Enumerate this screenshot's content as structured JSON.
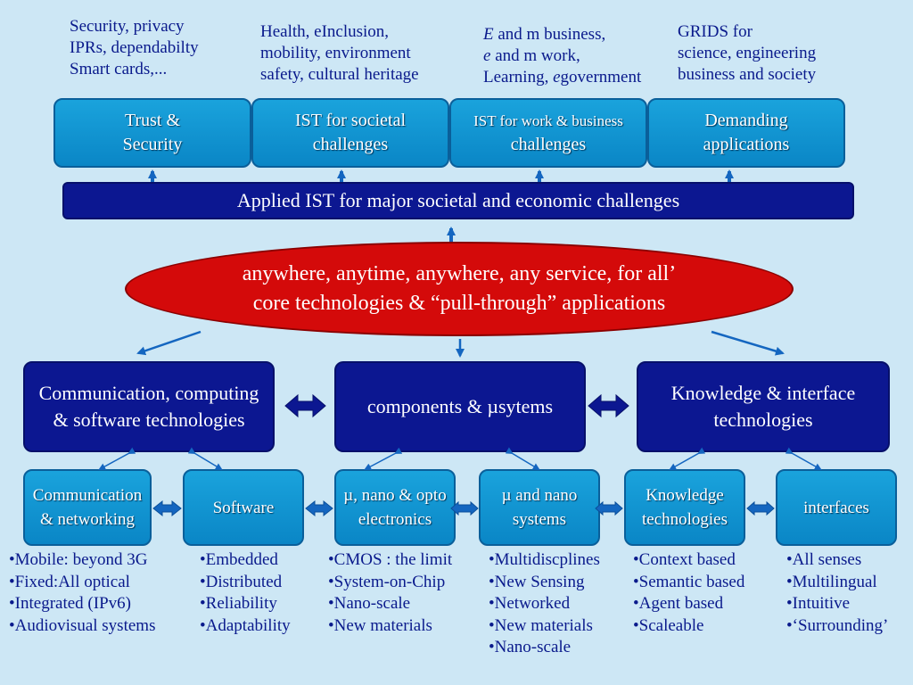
{
  "top_notes": {
    "trust": [
      "Security, privacy",
      "IPRs, dependabilty",
      "Smart cards,..."
    ],
    "societal": [
      "Health, eInclusion,",
      "mobility, environment",
      "safety, cultural heritage"
    ],
    "work": {
      "line1_em": "E",
      "line1_rest": " and m business,",
      "line2_em": "e",
      "line2_rest": " and m work,",
      "line3_pre": "Learning, ",
      "line3_em": "e",
      "line3_rest": "government"
    },
    "grids": [
      "GRIDS for",
      "science, engineering",
      "business and society"
    ]
  },
  "challenge_boxes": [
    {
      "line1": "Trust &",
      "line2": "Security"
    },
    {
      "line1": "IST for societal",
      "line2": "challenges"
    },
    {
      "line1": "IST for work & business",
      "line2": "challenges"
    },
    {
      "line1": "Demanding",
      "line2": "applications"
    }
  ],
  "banner": "Applied IST for major societal and economic challenges",
  "ellipse": {
    "line1": "anywhere, anytime, anywhere, any service, for all’",
    "line2": "core technologies & “pull-through” applications"
  },
  "tech_boxes": [
    {
      "line1": "Communication, computing",
      "line2": "& software technologies"
    },
    {
      "line1": "components & µsytems"
    },
    {
      "line1": "Knowledge & interface",
      "line2": "technologies"
    }
  ],
  "sub_boxes": [
    {
      "line1": "Communication",
      "line2": "& networking"
    },
    {
      "line1": "Software"
    },
    {
      "line1": "µ, nano & opto",
      "line2": "electronics"
    },
    {
      "line1": "µ and nano",
      "line2": "systems"
    },
    {
      "line1": "Knowledge",
      "line2": "technologies"
    },
    {
      "line1": "interfaces"
    }
  ],
  "bullet_lists": [
    [
      "Mobile: beyond 3G",
      "Fixed:All optical",
      "Integrated (IPv6)",
      "Audiovisual systems"
    ],
    [
      "Embedded",
      "Distributed",
      "Reliability",
      "Adaptability"
    ],
    [
      "CMOS : the limit",
      "System-on-Chip",
      "Nano-scale",
      "New materials"
    ],
    [
      "Multidiscplines",
      "New Sensing",
      "Networked",
      "New materials",
      "Nano-scale"
    ],
    [
      "Context based",
      "Semantic based",
      "Agent based",
      "Scaleable"
    ],
    [
      "All senses",
      "Multilingual",
      "Intuitive",
      "‘Surrounding’"
    ]
  ],
  "colors": {
    "background": "#cde7f5",
    "cyan_box": "#0a8fd0",
    "navy": "#0c1791",
    "red_ellipse": "#d40a0a",
    "arrow_blue": "#1466c0",
    "text_blue": "#0a1a8c"
  }
}
